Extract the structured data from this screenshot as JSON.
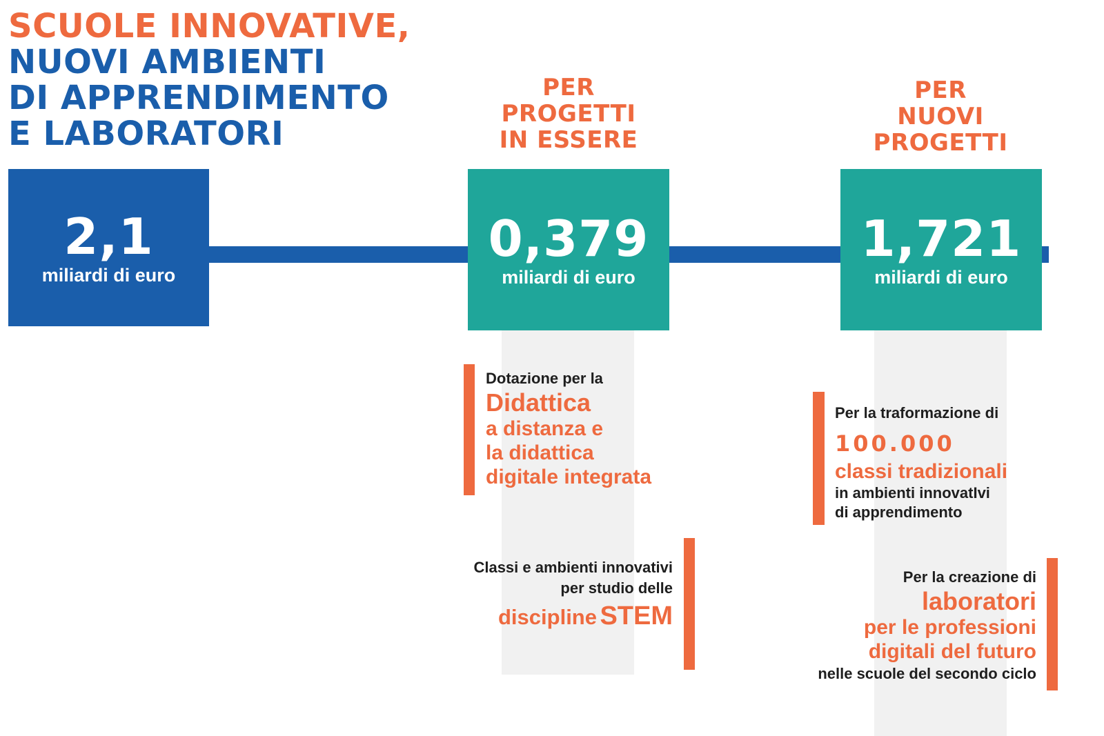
{
  "title": {
    "line1": "SCUOLE INNOVATIVE,",
    "line2": "NUOVI AMBIENTI",
    "line3": "DI APPRENDIMENTO",
    "line4": "E LABORATORI"
  },
  "headers": {
    "existing": [
      "PER",
      "PROGETTI",
      "IN ESSERE"
    ],
    "new": [
      "PER",
      "NUOVI",
      "PROGETTI"
    ]
  },
  "boxes": {
    "total": {
      "value": "2,1",
      "unit": "miliardi di euro"
    },
    "existing": {
      "value": "0,379",
      "unit": "miliardi di euro"
    },
    "new": {
      "value": "1,721",
      "unit": "miliardi di euro"
    }
  },
  "items": {
    "didattica": {
      "intro": "Dotazione per la",
      "highlight": "Didattica",
      "line1": "a distanza e",
      "line2": "la didattica",
      "line3": "digitale integrata"
    },
    "stem": {
      "line1": "Classi e ambienti innovativi",
      "line2": "per studio delle",
      "discipline": "discipline",
      "stem": "STEM"
    },
    "classi": {
      "intro": "Per la traformazione di",
      "number": "100.000",
      "highlight": "classi tradizionali",
      "line1": "in ambienti innovatIvi",
      "line2": "di apprendimento"
    },
    "laboratori": {
      "intro": "Per la creazione di",
      "highlight": "laboratori",
      "line1": "per le professioni",
      "line2": "digitali del futuro",
      "line3": "nelle scuole del secondo ciclo"
    }
  },
  "colors": {
    "orange": "#ee6a3f",
    "blue": "#1a5eab",
    "teal": "#1fa69a",
    "stripe": "#f1f1f1"
  }
}
